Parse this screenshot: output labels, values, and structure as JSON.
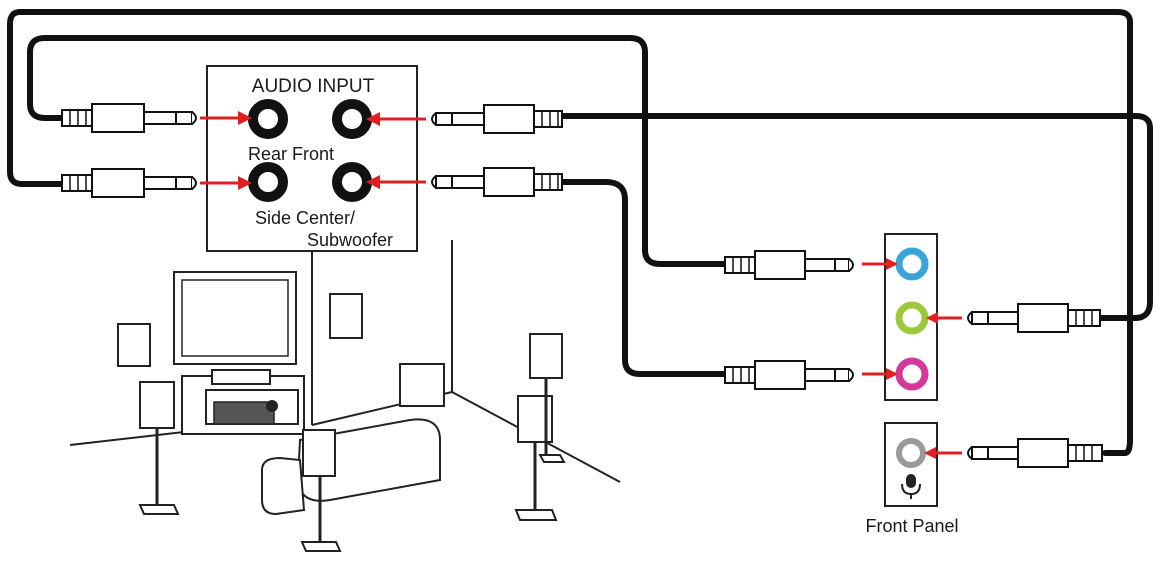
{
  "audio_input_panel": {
    "title": "AUDIO INPUT",
    "label_row1": "Rear Front",
    "label_row2_line1": "Side Center/",
    "label_row2_line2": "Subwoofer"
  },
  "front_panel": {
    "label": "Front Panel"
  },
  "colors": {
    "arrow": "#e02020",
    "jack_blue": "#3aa3d8",
    "jack_green": "#9bc93a",
    "jack_pink": "#d4389a",
    "jack_gray": "#9a9a9a",
    "cable": "#111111"
  },
  "icons": {
    "microphone": "microphone-icon"
  }
}
